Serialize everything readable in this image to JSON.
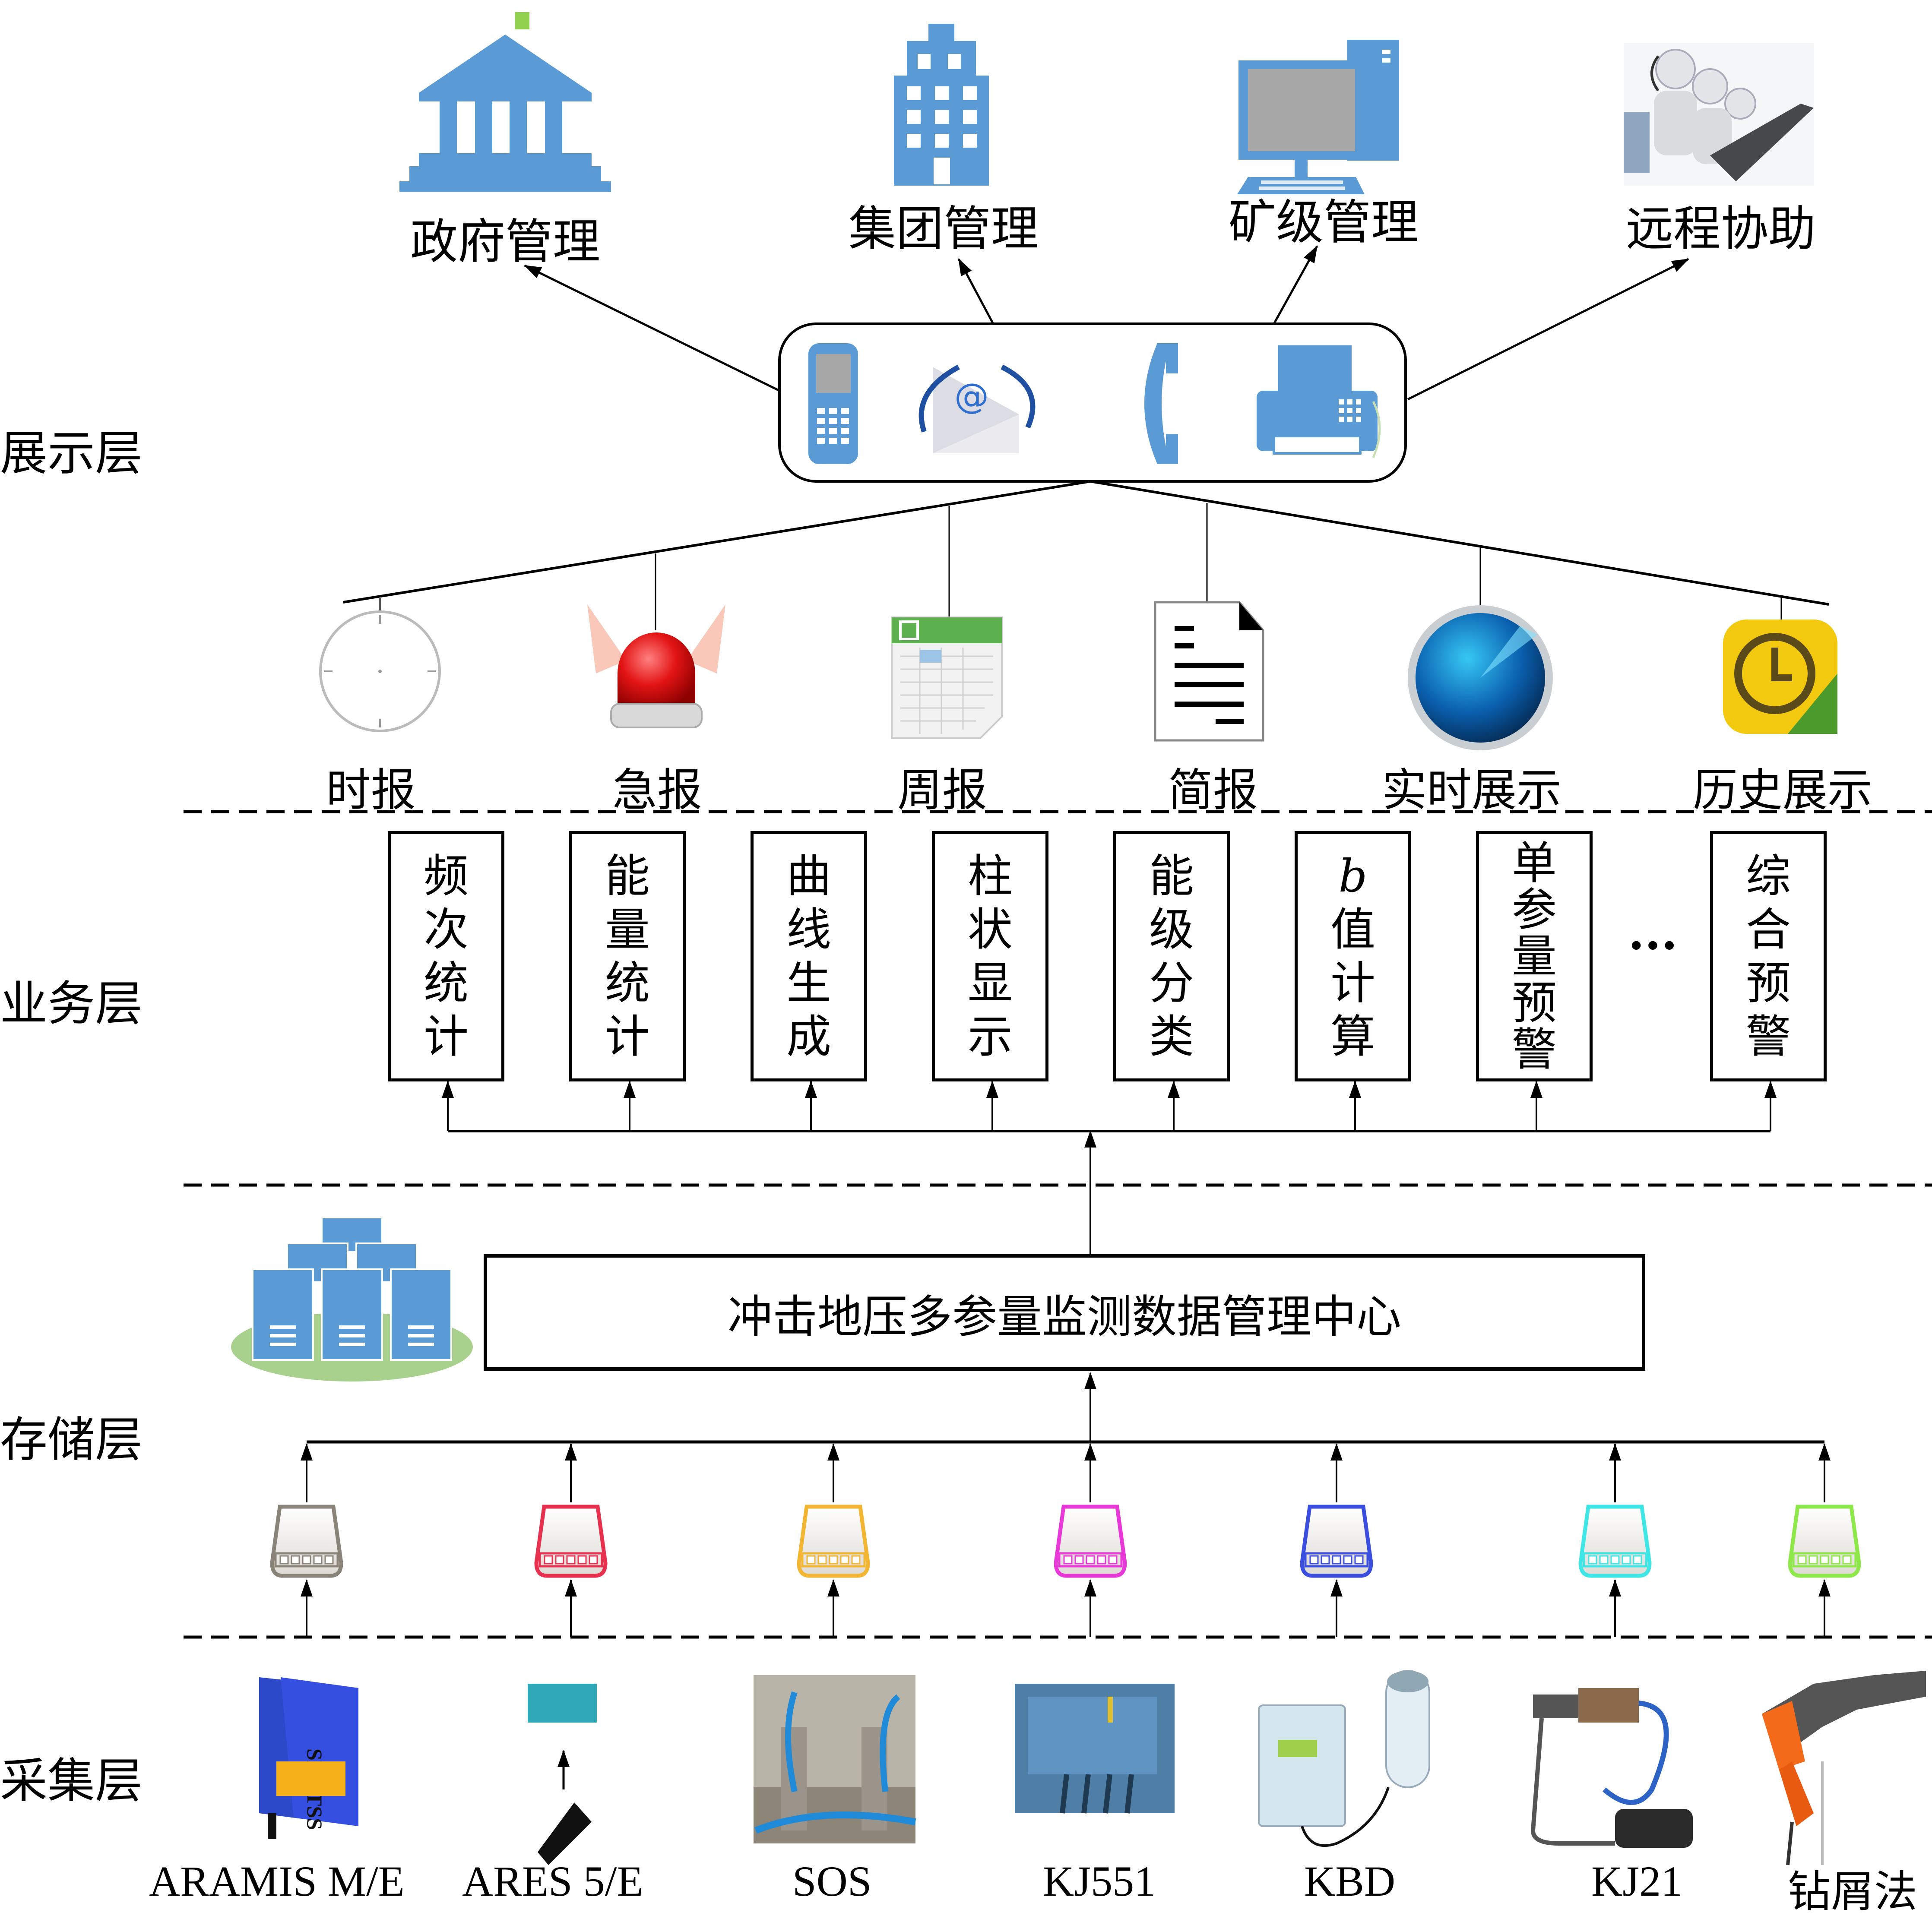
{
  "layers": {
    "presentation": "展示层",
    "business": "业务层",
    "storage": "存储层",
    "collection": "采集层"
  },
  "management_targets": [
    {
      "label": "政府管理",
      "icon": "government-building-icon"
    },
    {
      "label": "集团管理",
      "icon": "office-building-icon"
    },
    {
      "label": "矿级管理",
      "icon": "desktop-computer-icon"
    },
    {
      "label": "远程协助",
      "icon": "remote-support-icon"
    }
  ],
  "comm_channels": [
    {
      "icon": "mobile-phone-icon"
    },
    {
      "icon": "email-icon"
    },
    {
      "icon": "telephone-icon"
    },
    {
      "icon": "fax-icon"
    }
  ],
  "reports": [
    {
      "label": "时报",
      "icon": "clock-icon"
    },
    {
      "label": "急报",
      "icon": "alarm-siren-icon"
    },
    {
      "label": "周报",
      "icon": "spreadsheet-icon"
    },
    {
      "label": "简报",
      "icon": "document-icon"
    },
    {
      "label": "实时展示",
      "icon": "radar-icon"
    },
    {
      "label": "历史展示",
      "icon": "history-clock-icon"
    }
  ],
  "business_modules": [
    {
      "chars": [
        "频",
        "次",
        "统",
        "计"
      ]
    },
    {
      "chars": [
        "能",
        "量",
        "统",
        "计"
      ]
    },
    {
      "chars": [
        "曲",
        "线",
        "生",
        "成"
      ]
    },
    {
      "chars": [
        "柱",
        "状",
        "显",
        "示"
      ]
    },
    {
      "chars": [
        "能",
        "级",
        "分",
        "类"
      ]
    },
    {
      "chars": [
        "b",
        "值",
        "计",
        "算"
      ],
      "italic_first": true
    },
    {
      "chars": [
        "单",
        "参",
        "量",
        "预",
        "警"
      ]
    },
    {
      "chars": [
        "综",
        "合",
        "预",
        "警"
      ]
    }
  ],
  "business_ellipsis": "···",
  "data_center": {
    "label": "冲击地压多参量监测数据管理中心",
    "icon": "server-cluster-icon"
  },
  "routers": [
    {
      "color": "#8a8378"
    },
    {
      "color": "#e8304f"
    },
    {
      "color": "#f2b632"
    },
    {
      "color": "#e838d8"
    },
    {
      "color": "#3a4fe0"
    },
    {
      "color": "#3fe6e6"
    },
    {
      "color": "#8ee84a"
    }
  ],
  "devices": [
    {
      "label": "ARAMIS M/E",
      "icon": "aramis-device-icon"
    },
    {
      "label": "ARES 5/E",
      "icon": "ares-device-icon"
    },
    {
      "label": "SOS",
      "icon": "sos-sensor-icon"
    },
    {
      "label": "KJ551",
      "icon": "kj551-device-icon"
    },
    {
      "label": "KBD",
      "icon": "kbd-device-icon"
    },
    {
      "label": "KJ21",
      "icon": "kj21-device-icon"
    },
    {
      "label": "钻屑法",
      "icon": "drill-icon"
    }
  ],
  "colors": {
    "icon_blue": "#5b9bd5",
    "server_base_green": "#a9d18e",
    "flag_green": "#92d050"
  }
}
